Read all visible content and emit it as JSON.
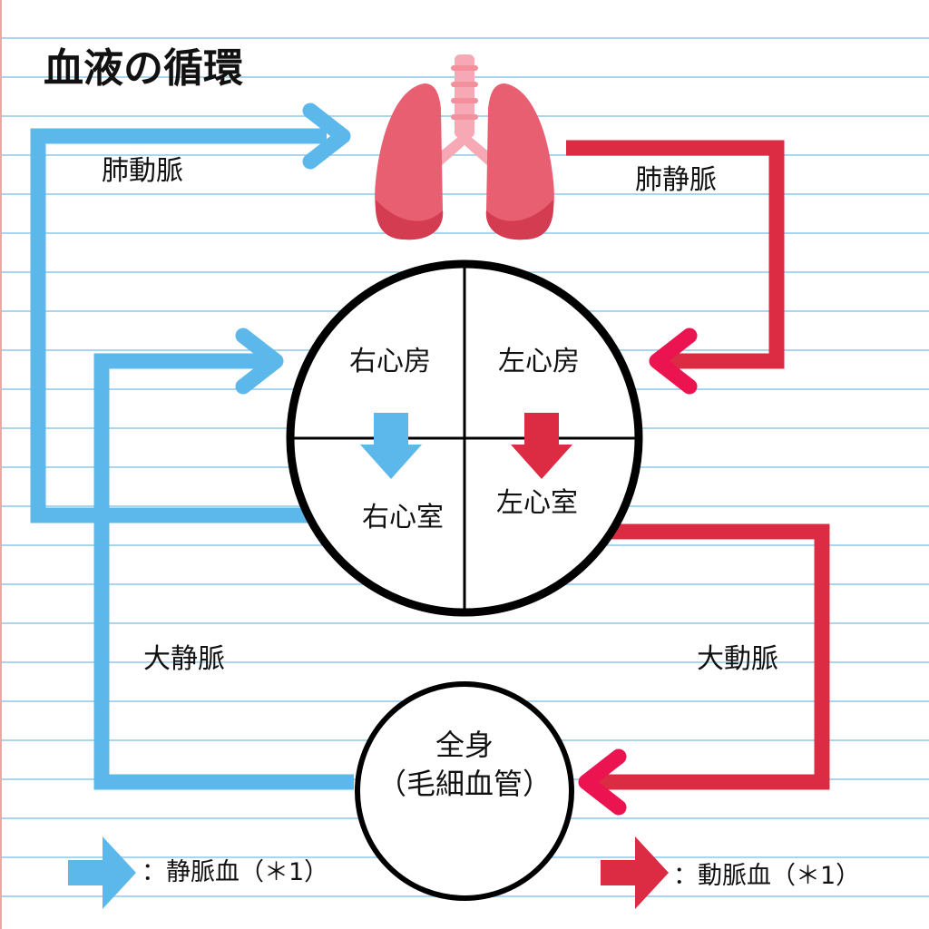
{
  "title": "血液の循環",
  "vessels": {
    "pulmonary_artery": "肺動脈",
    "pulmonary_vein": "肺静脈",
    "vena_cava": "大静脈",
    "aorta": "大動脈"
  },
  "heart": {
    "right_atrium": "右心房",
    "left_atrium": "左心房",
    "right_ventricle": "右心室",
    "left_ventricle": "左心室"
  },
  "body": {
    "line1": "全身",
    "line2": "（毛細血管）"
  },
  "legend": {
    "venous": "：静脈血（＊1）",
    "arterial": "：動脈血（＊1）"
  },
  "colors": {
    "venous_blue": "#5cb8eb",
    "arterial_red": "#dc2c44",
    "arterial_pink": "#ec1450",
    "lung_main": "#e85f72",
    "lung_dark": "#d43c52",
    "trachea": "#f6a9b4"
  }
}
